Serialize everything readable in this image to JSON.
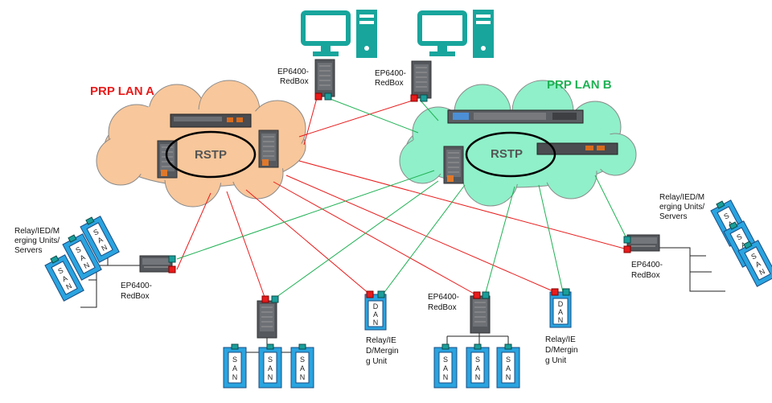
{
  "lan_a": {
    "title": "PRP LAN A",
    "ring": "RSTP",
    "color": "#e81b1b"
  },
  "lan_b": {
    "title": "PRP LAN B",
    "ring": "RSTP",
    "color": "#1fb154"
  },
  "redbox_label": [
    "EP6400-",
    "RedBox"
  ],
  "relay_group_label": [
    "Relay/IED/M",
    "erging Units/",
    "Servers"
  ],
  "dan_label": [
    "Relay/IE",
    "D/Mergin",
    "g Unit"
  ],
  "san_letters": [
    "S",
    "A",
    "N"
  ],
  "dan_letters": [
    "D",
    "A",
    "N"
  ],
  "colors": {
    "monitor": "#18a59c",
    "san_fill": "#2aa4e0",
    "cloud_a": "#f8c79b",
    "cloud_b": "#8ff0c9"
  }
}
